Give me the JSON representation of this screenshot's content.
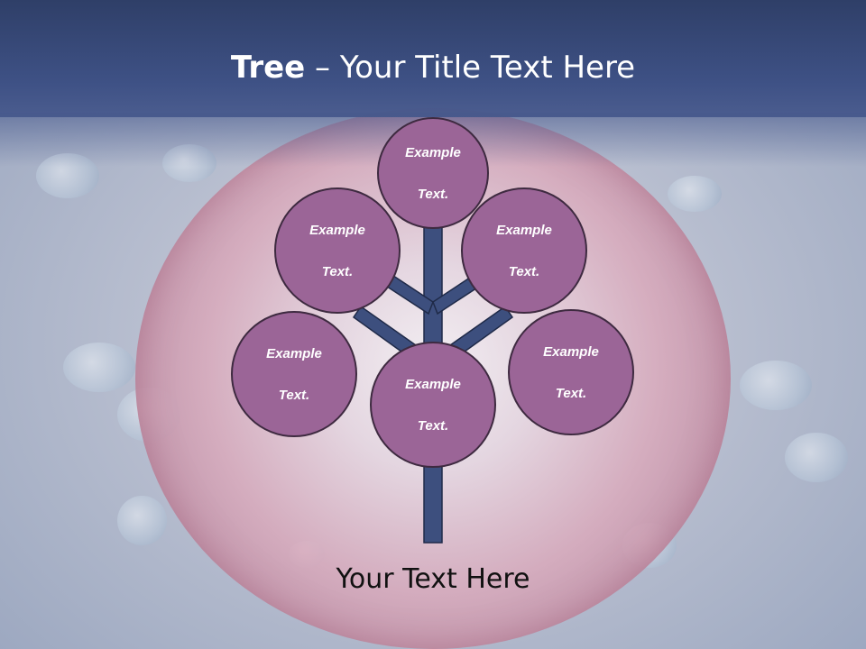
{
  "slide": {
    "title_bold": "Tree",
    "title_rest": " – Your Title Text Here",
    "footer_text": "Your Text Here"
  },
  "tree": {
    "trunk_color": "#3d4f7e",
    "node_color": "#9b6597",
    "nodes": [
      {
        "id": "top",
        "line1": "Example",
        "line2": "Text."
      },
      {
        "id": "upper-left",
        "line1": "Example",
        "line2": "Text."
      },
      {
        "id": "upper-right",
        "line1": "Example",
        "line2": "Text."
      },
      {
        "id": "lower-left",
        "line1": "Example",
        "line2": "Text."
      },
      {
        "id": "center",
        "line1": "Example",
        "line2": "Text."
      },
      {
        "id": "lower-right",
        "line1": "Example",
        "line2": "Text."
      }
    ]
  },
  "colors": {
    "header": "#3e5185",
    "egg": "#d9a9bb"
  }
}
